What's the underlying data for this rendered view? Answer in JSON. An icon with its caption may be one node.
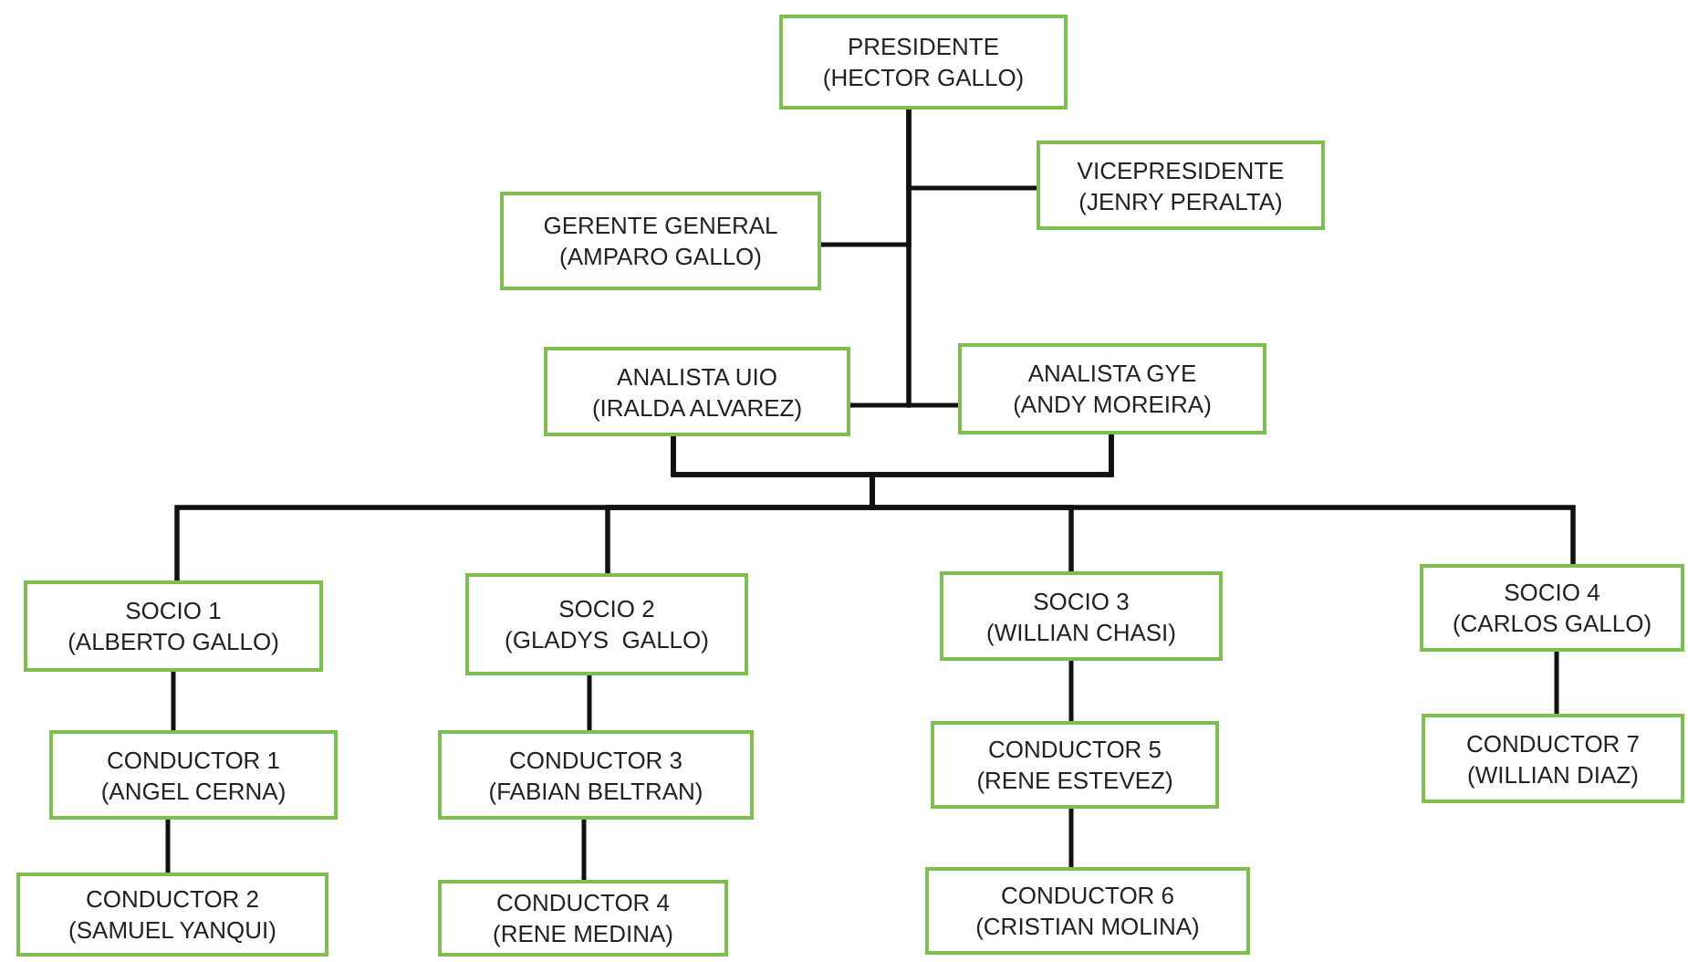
{
  "diagram": {
    "nodes": [
      {
        "text": [
          "PRESIDENTE",
          "(HECTOR GALLO)"
        ]
      },
      {
        "text": [
          "VICEPRESIDENTE",
          "(JENRY PERALTA)"
        ]
      },
      {
        "text": [
          "GERENTE GENERAL",
          "(AMPARO GALLO)"
        ]
      },
      {
        "text": [
          "ANALISTA UIO",
          "(IRALDA ALVAREZ)"
        ]
      },
      {
        "text": [
          "ANALISTA GYE",
          "(ANDY MOREIRA)"
        ]
      },
      {
        "text": [
          "SOCIO 1",
          "(ALBERTO GALLO)"
        ]
      },
      {
        "text": [
          "SOCIO 2",
          "(GLADYS  GALLO)"
        ]
      },
      {
        "text": [
          "SOCIO 3",
          "(WILLIAN CHASI)"
        ]
      },
      {
        "text": [
          "SOCIO 4",
          "(CARLOS GALLO)"
        ]
      },
      {
        "text": [
          "CONDUCTOR 1",
          "(ANGEL CERNA)"
        ]
      },
      {
        "text": [
          "CONDUCTOR 3",
          "(FABIAN BELTRAN)"
        ]
      },
      {
        "text": [
          "CONDUCTOR 5",
          "(RENE ESTEVEZ)"
        ]
      },
      {
        "text": [
          "CONDUCTOR 7",
          "(WILLIAN DIAZ)"
        ]
      },
      {
        "text": [
          "CONDUCTOR 2",
          "(SAMUEL YANQUI)"
        ]
      },
      {
        "text": [
          "CONDUCTOR 4",
          "(RENE MEDINA)"
        ]
      },
      {
        "text": [
          "CONDUCTOR 6",
          "(CRISTIAN MOLINA)"
        ]
      }
    ],
    "edges": [
      {
        "from": 0,
        "to": 1,
        "arrow": "none"
      },
      {
        "from": 0,
        "to": 2,
        "arrow": "none"
      },
      {
        "from": 0,
        "to": 3,
        "arrow": "none"
      },
      {
        "from": 0,
        "to": 4,
        "arrow": "none"
      },
      {
        "from": 3,
        "to": 5,
        "arrow": "none"
      },
      {
        "from": 3,
        "to": 6,
        "arrow": "none"
      },
      {
        "from": 3,
        "to": 7,
        "arrow": "none"
      },
      {
        "from": 3,
        "to": 8,
        "arrow": "none"
      },
      {
        "from": 4,
        "to": 5,
        "arrow": "none"
      },
      {
        "from": 4,
        "to": 6,
        "arrow": "none"
      },
      {
        "from": 4,
        "to": 7,
        "arrow": "none"
      },
      {
        "from": 4,
        "to": 8,
        "arrow": "none"
      },
      {
        "from": 5,
        "to": 9,
        "arrow": "none"
      },
      {
        "from": 9,
        "to": 13,
        "arrow": "none"
      },
      {
        "from": 6,
        "to": 10,
        "arrow": "none"
      },
      {
        "from": 10,
        "to": 14,
        "arrow": "none"
      },
      {
        "from": 7,
        "to": 11,
        "arrow": "none"
      },
      {
        "from": 11,
        "to": 15,
        "arrow": "none"
      },
      {
        "from": 8,
        "to": 12,
        "arrow": "none"
      }
    ]
  }
}
